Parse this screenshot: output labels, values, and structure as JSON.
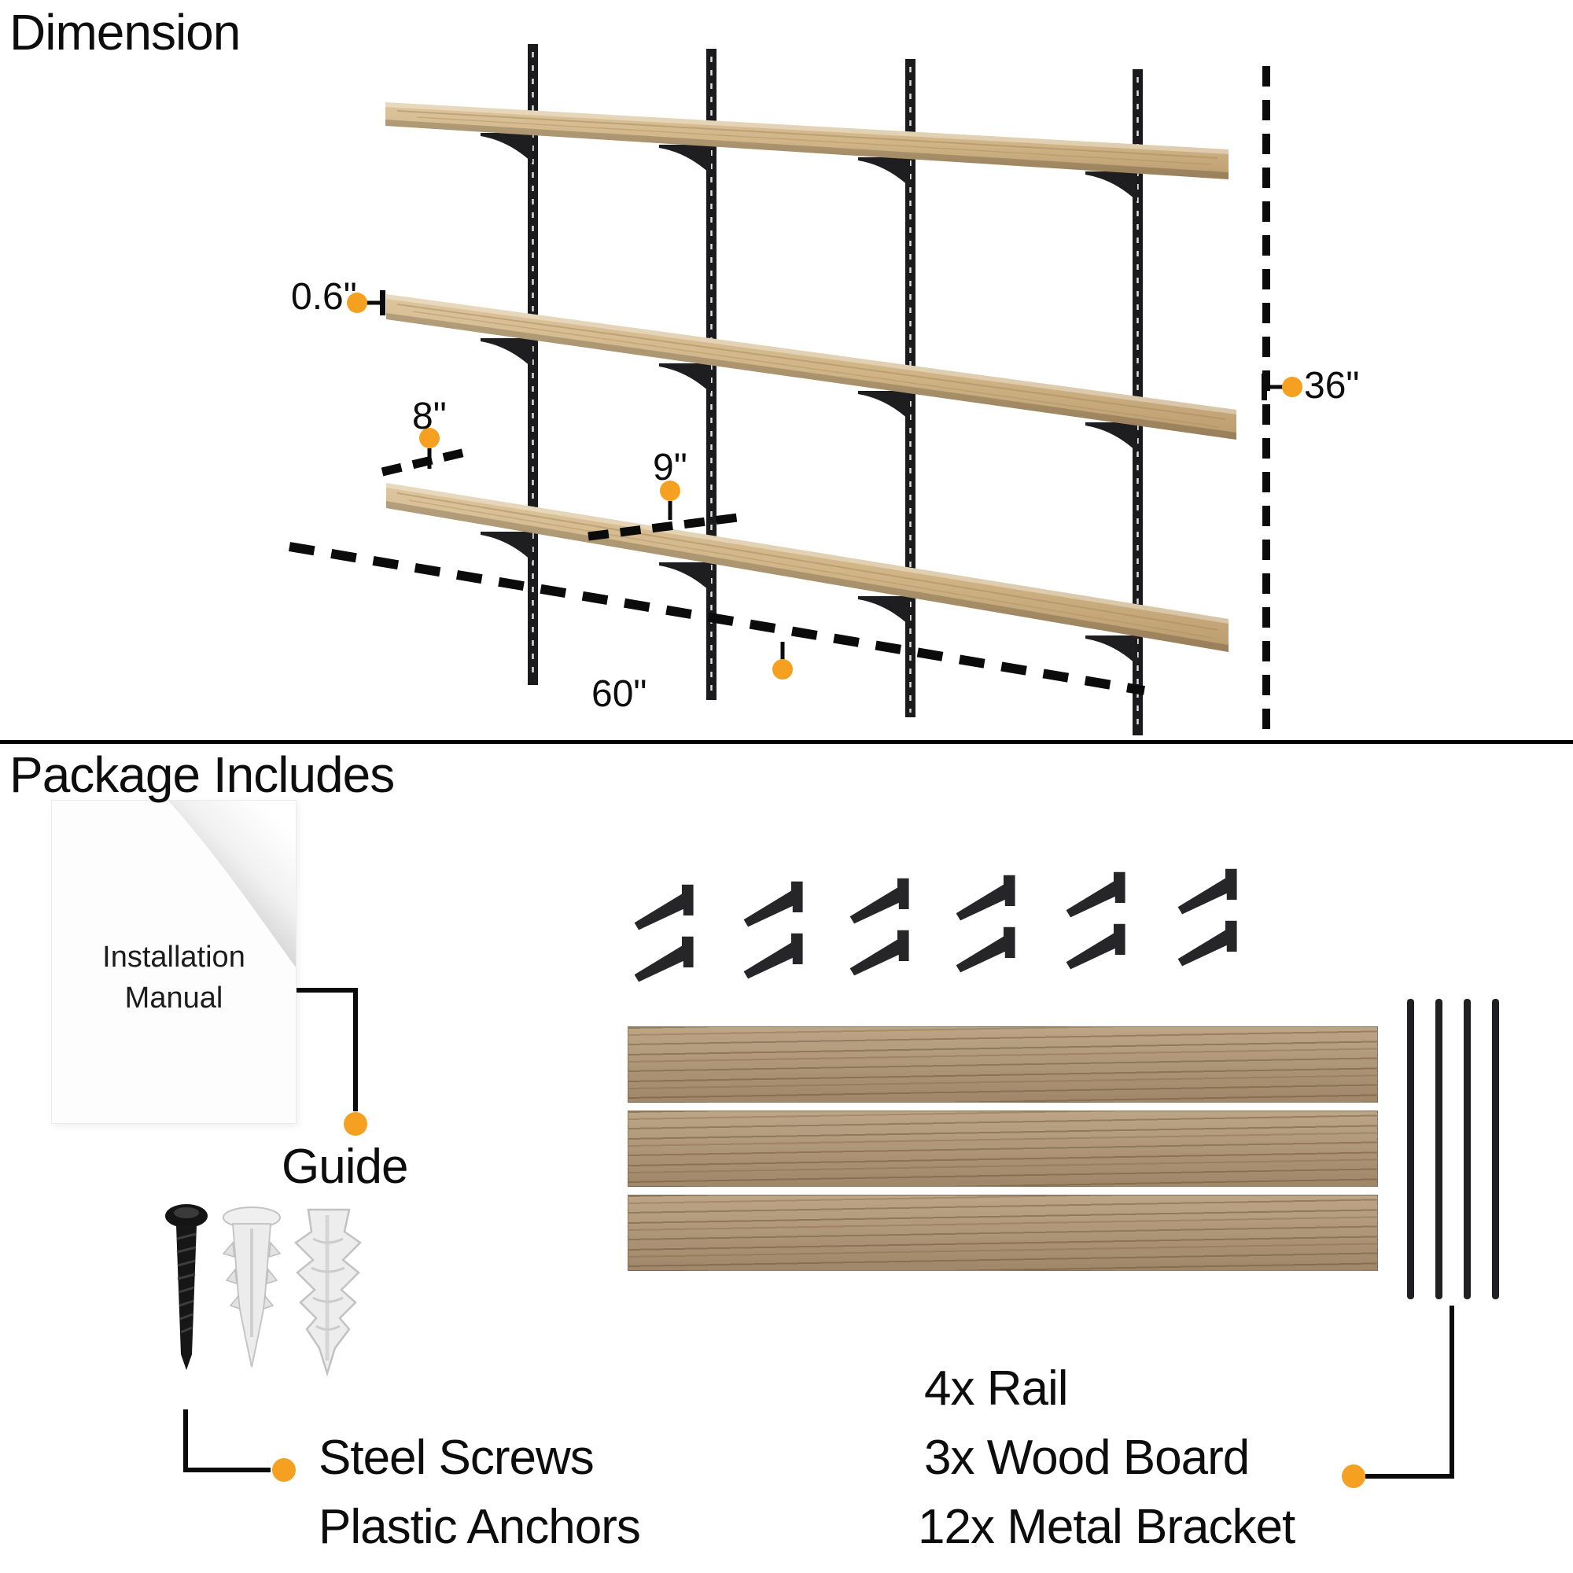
{
  "colors": {
    "accent_orange": "#F6A021",
    "ink": "#111111",
    "shelf_wood_light": "#d9c094",
    "shelf_wood_dark": "#c0a173",
    "package_wood": "#b29674",
    "metal_black": "#1d1d1f"
  },
  "dimension": {
    "title": "Dimension",
    "labels": {
      "board_thickness": "0.6\"",
      "left_depth": "8\"",
      "shelf_depth": "9\"",
      "unit_height": "36\"",
      "unit_width": "60\""
    }
  },
  "package": {
    "title": "Package Includes",
    "manual": {
      "line1": "Installation",
      "line2": "Manual"
    },
    "guide_label": "Guide",
    "hardware": {
      "line1": "Steel Screws",
      "line2": "Plastic Anchors"
    },
    "contents": {
      "rail": "4x Rail",
      "board": "3x Wood Board",
      "bracket": "12x Metal Bracket"
    }
  }
}
